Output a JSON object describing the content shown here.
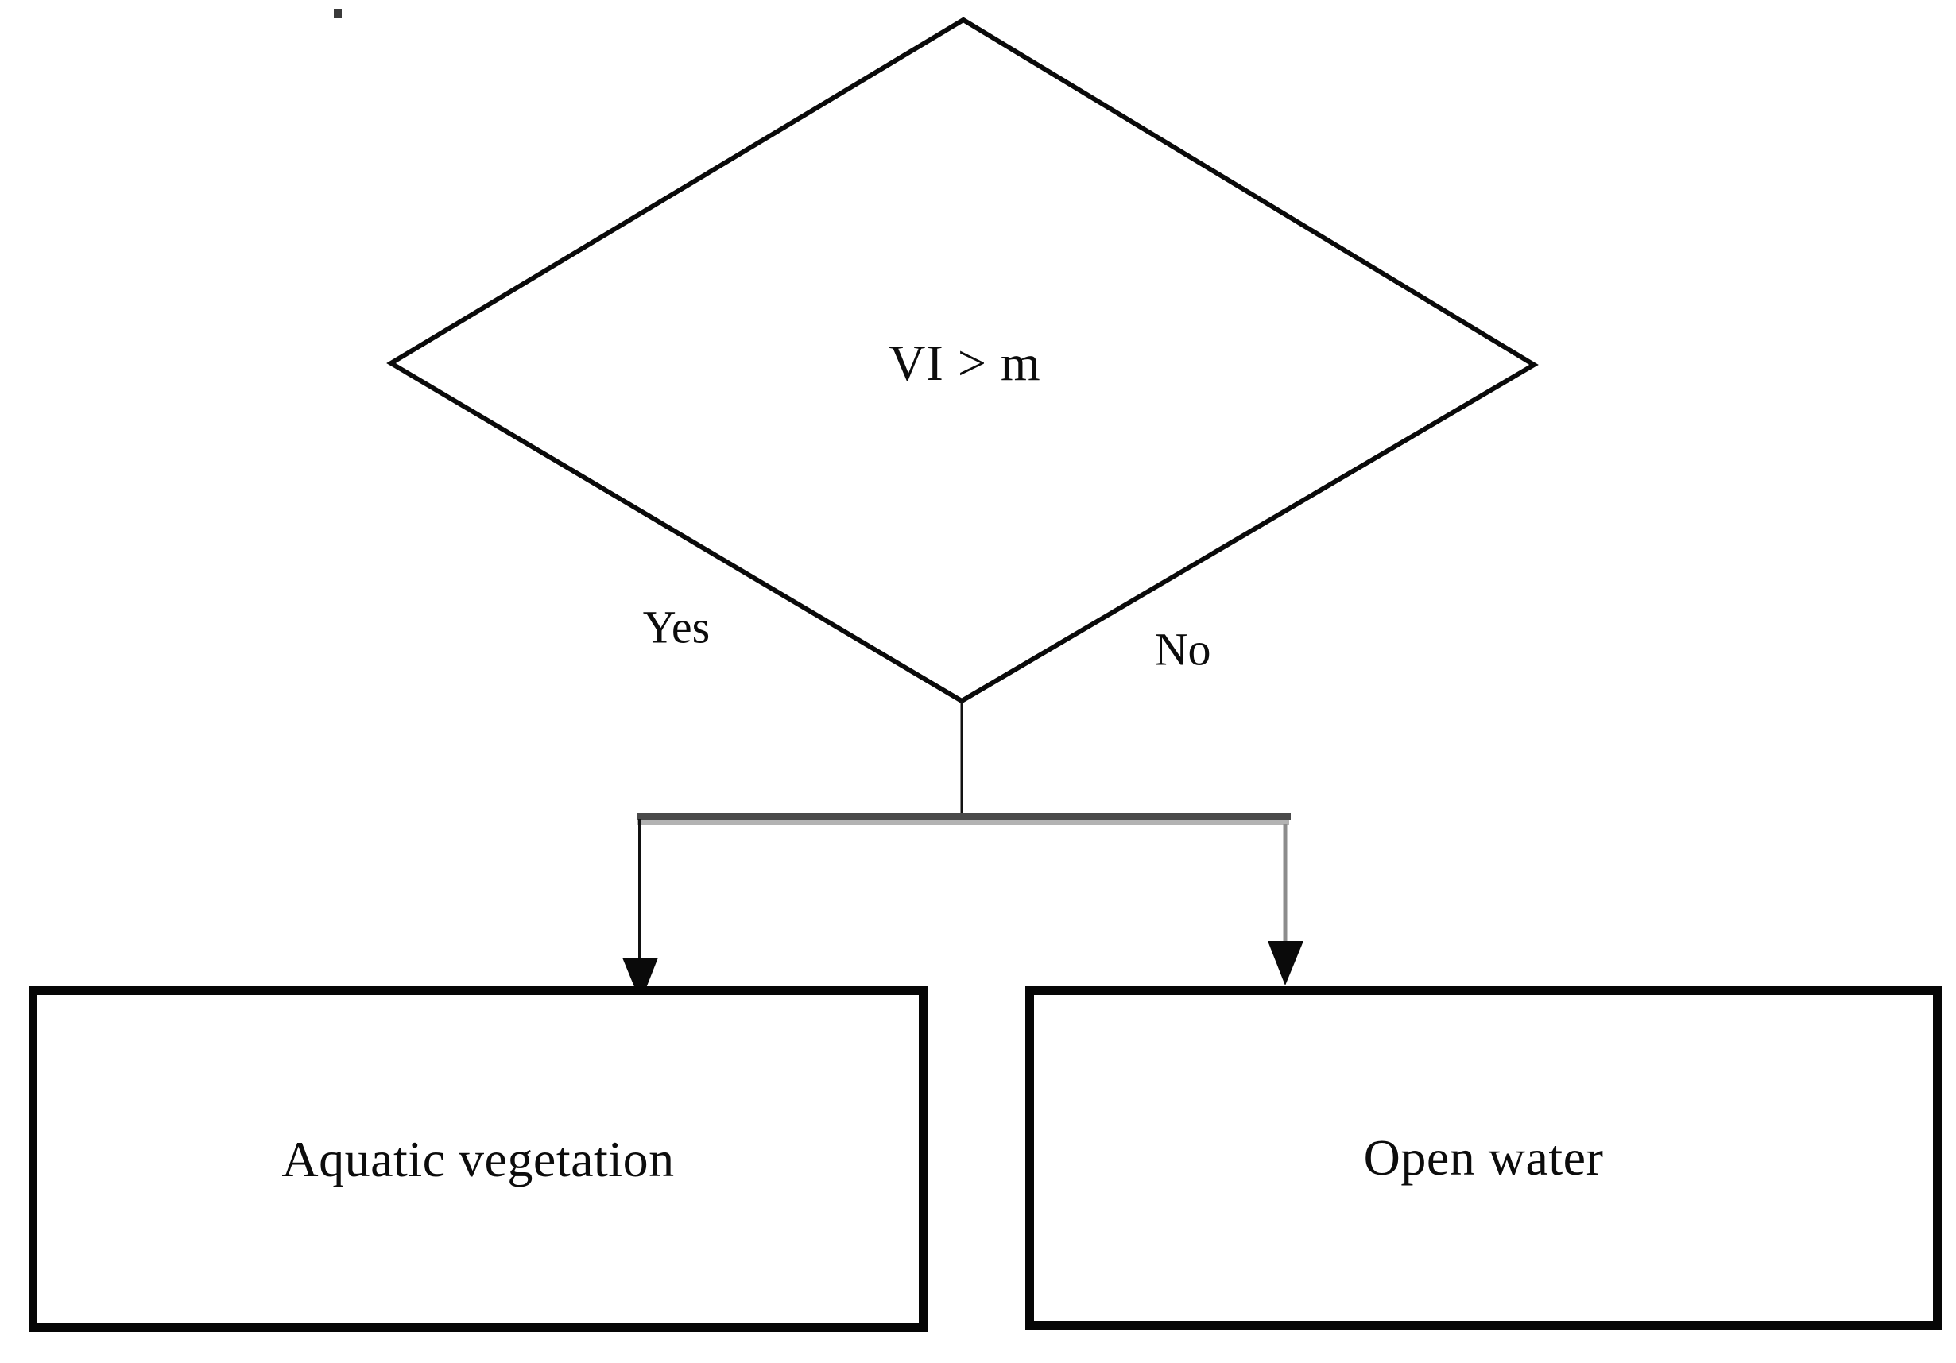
{
  "flowchart": {
    "nodes": [
      {
        "id": "decision",
        "type": "diamond",
        "label": "VI > m"
      },
      {
        "id": "aquatic-vegetation",
        "type": "rect",
        "label": "Aquatic vegetation"
      },
      {
        "id": "open-water",
        "type": "rect",
        "label": "Open water"
      }
    ],
    "edges": [
      {
        "from": "decision",
        "to": "aquatic-vegetation",
        "label": "Yes"
      },
      {
        "from": "decision",
        "to": "open-water",
        "label": "No"
      }
    ]
  },
  "colors": {
    "shape_stroke": "#0a0a0a",
    "connector_dark": "#4a4a4a",
    "connector_light": "#b3b3b3",
    "gray_stem": "#8c8c8c",
    "background": "#ffffff"
  }
}
